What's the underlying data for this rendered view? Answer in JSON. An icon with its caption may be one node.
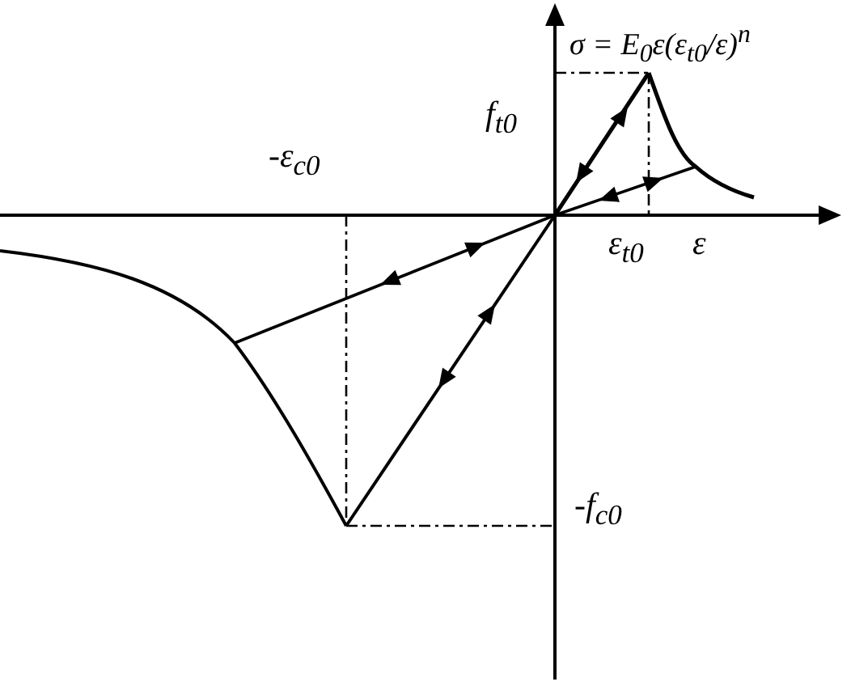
{
  "diagram": {
    "labels": [
      "f$_{t0}$",
      "σ = E$_{0}$ε(ε$_{t0}$/ε)$^{n}$",
      "-ε$_{c0}$",
      "ε$_{t0}$",
      "ε",
      "-f$_{c0}$"
    ]
  }
}
